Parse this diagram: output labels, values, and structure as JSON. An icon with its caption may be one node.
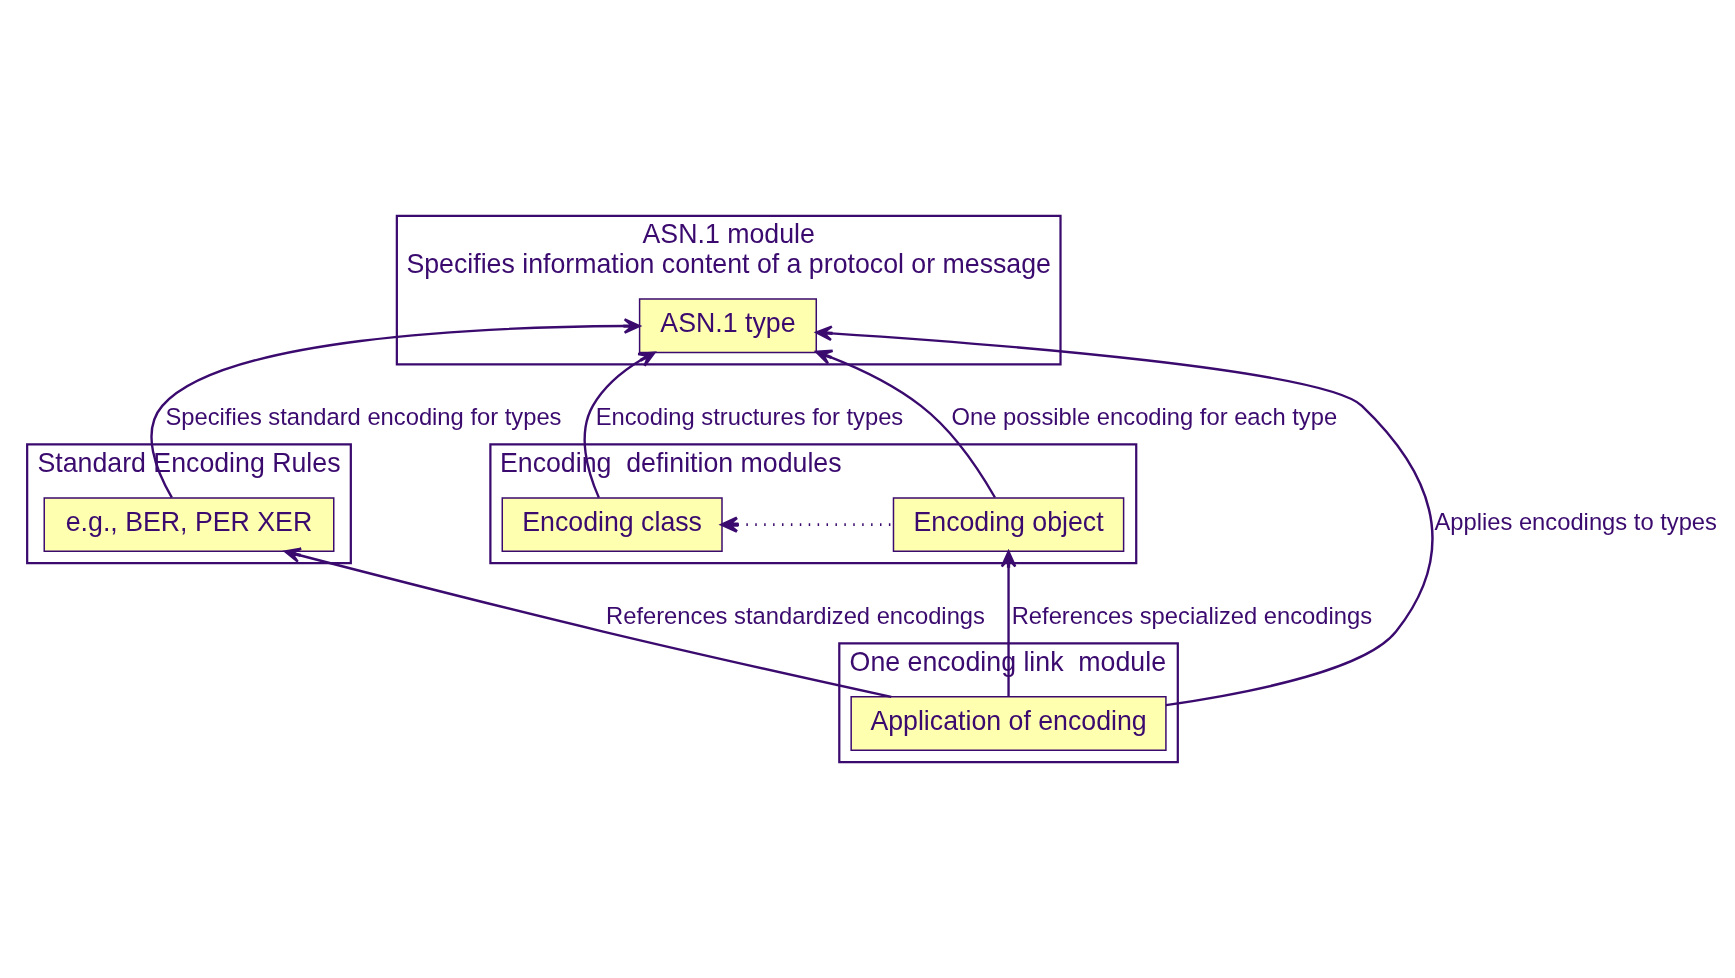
{
  "diagram": {
    "nodes": [
      {
        "text": [
          "ASN.1 module",
          "Specifies information content of a protocol or message"
        ]
      },
      {
        "text": [
          "ASN.1 type"
        ],
        "in": 0
      },
      {
        "text": [
          "Standard Encoding Rules"
        ]
      },
      {
        "text": [
          "e.g., BER, PER XER"
        ],
        "in": 2
      },
      {
        "text": [
          "Encoding  definition modules"
        ]
      },
      {
        "text": [
          "Encoding class"
        ],
        "in": 4
      },
      {
        "text": [
          "Encoding object"
        ],
        "in": 4
      },
      {
        "text": [
          "One encoding link  module"
        ]
      },
      {
        "text": [
          "Application of encoding"
        ],
        "in": 7
      }
    ],
    "edges": [
      {
        "from": 3,
        "to": 1,
        "arrow": "to",
        "label": "Specifies standard encoding for types"
      },
      {
        "from": 5,
        "to": 1,
        "arrow": "to",
        "label": "Encoding structures for types"
      },
      {
        "from": 6,
        "to": 1,
        "arrow": "to",
        "label": "One possible encoding for each type"
      },
      {
        "from": 8,
        "to": 1,
        "arrow": "to",
        "label": "Applies encodings to types"
      },
      {
        "from": 8,
        "to": 3,
        "arrow": "to",
        "label": "References standardized encodings"
      },
      {
        "from": 8,
        "to": 6,
        "arrow": "to",
        "label": "References specialized encodings"
      },
      {
        "from": 6,
        "to": 5,
        "arrow": "to",
        "style": "dashed"
      }
    ]
  }
}
